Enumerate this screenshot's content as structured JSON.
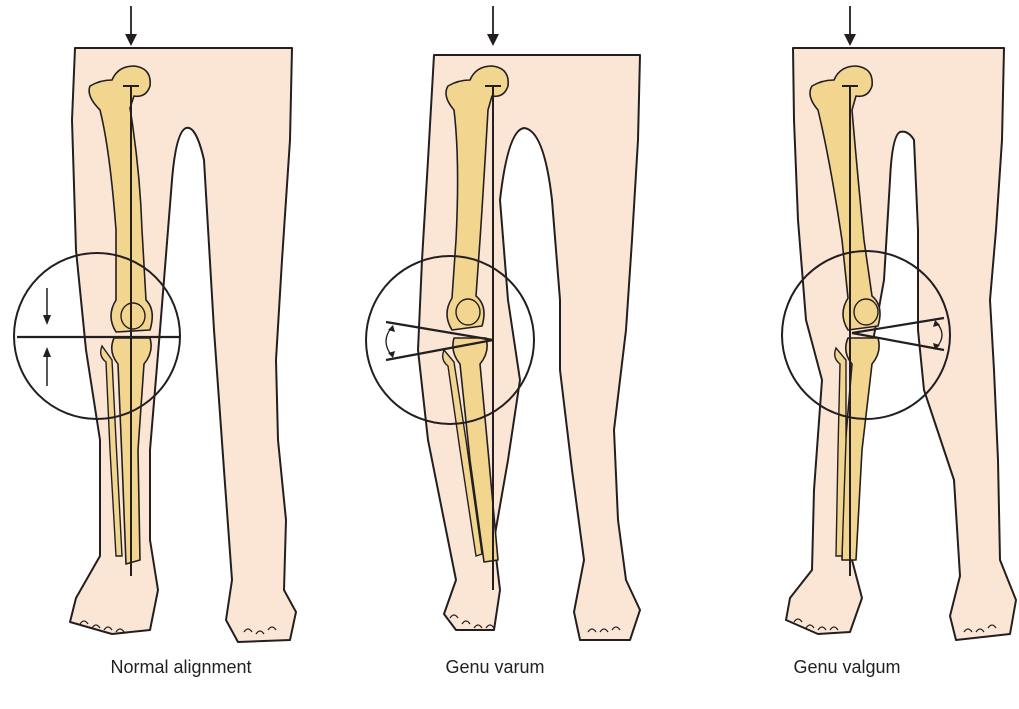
{
  "panels": [
    {
      "id": "normal",
      "caption": "Normal alignment"
    },
    {
      "id": "varum",
      "caption": "Genu varum"
    },
    {
      "id": "valgum",
      "caption": "Genu valgum"
    }
  ],
  "colors": {
    "skin": "#fbe6d6",
    "bone": "#f2d58f",
    "outline": "#231f20",
    "background": "#ffffff"
  }
}
